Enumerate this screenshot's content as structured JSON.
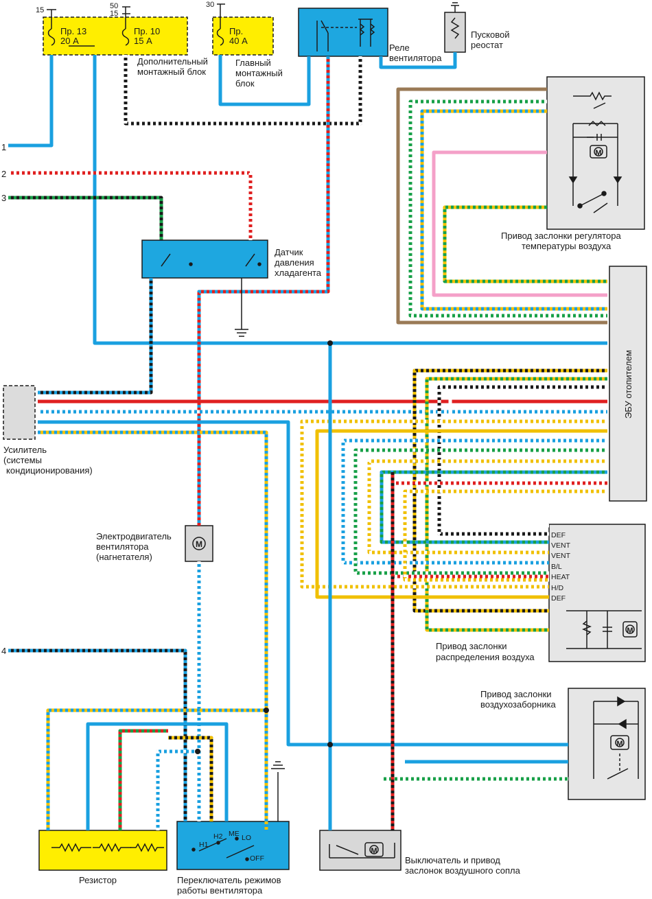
{
  "colors": {
    "fuse_box": "#ffee00",
    "relay": "#1ea7e0",
    "gray_box": "#d8d8d8",
    "blue": "#1aa0e0",
    "red": "#e02020",
    "black": "#1a1a1a",
    "yellow": "#f0c000",
    "green": "#18a048",
    "brown": "#9a7a56",
    "pink": "#f4a0c8",
    "orange": "#f08020"
  },
  "supply": {
    "t15a": "15",
    "t50": "50",
    "t15b": "15",
    "t30": "30"
  },
  "fuses": {
    "f13_no": "Пр. 13",
    "f13_val": "20 А",
    "f10_no": "Пр. 10",
    "f10_val": "15 А",
    "f40_no": "Пр.",
    "f40_val": "40 А"
  },
  "labels": {
    "aux_block_1": "Дополнительный",
    "aux_block_2": "монтажный блок",
    "main_block_1": "Главный",
    "main_block_2": "монтажный",
    "main_block_3": "блок",
    "relay_1": "Реле",
    "relay_2": "вентилятора",
    "rheostat_1": "Пусковой",
    "rheostat_2": "реостат",
    "temp_act_1": "Привод заслонки регулятора",
    "temp_act_2": "температуры воздуха",
    "sensor_1": "Датчик",
    "sensor_2": "давления",
    "sensor_3": "хладагента",
    "ecu": "ЭБУ отопителем",
    "amp_1": "Усилитель",
    "amp_2": "(системы",
    "amp_3": "кондиционирования)",
    "motor_1": "Электродвигатель",
    "motor_2": "вентилятора",
    "motor_3": "(нагнетателя)",
    "dist_act_1": "Привод заслонки",
    "dist_act_2": "распределения воздуха",
    "intake_act_1": "Привод заслонки",
    "intake_act_2": "воздухозаборника",
    "resistor": "Резистор",
    "fan_switch_1": "Переключатель режимов",
    "fan_switch_2": "работы вентилятора",
    "nozzle_1": "Выключатель и привод",
    "nozzle_2": "заслонок воздушного сопла"
  },
  "connectors": {
    "c1": "1",
    "c2": "2",
    "c3": "3",
    "c4": "4"
  },
  "dist_modes": [
    "DEF",
    "VENT",
    "VENT",
    "B/L",
    "HEAT",
    "H/D",
    "DEF"
  ],
  "switch_pos": {
    "h1": "H1",
    "h2": "H2",
    "me": "ME",
    "lo": "LO",
    "off": "OFF"
  }
}
